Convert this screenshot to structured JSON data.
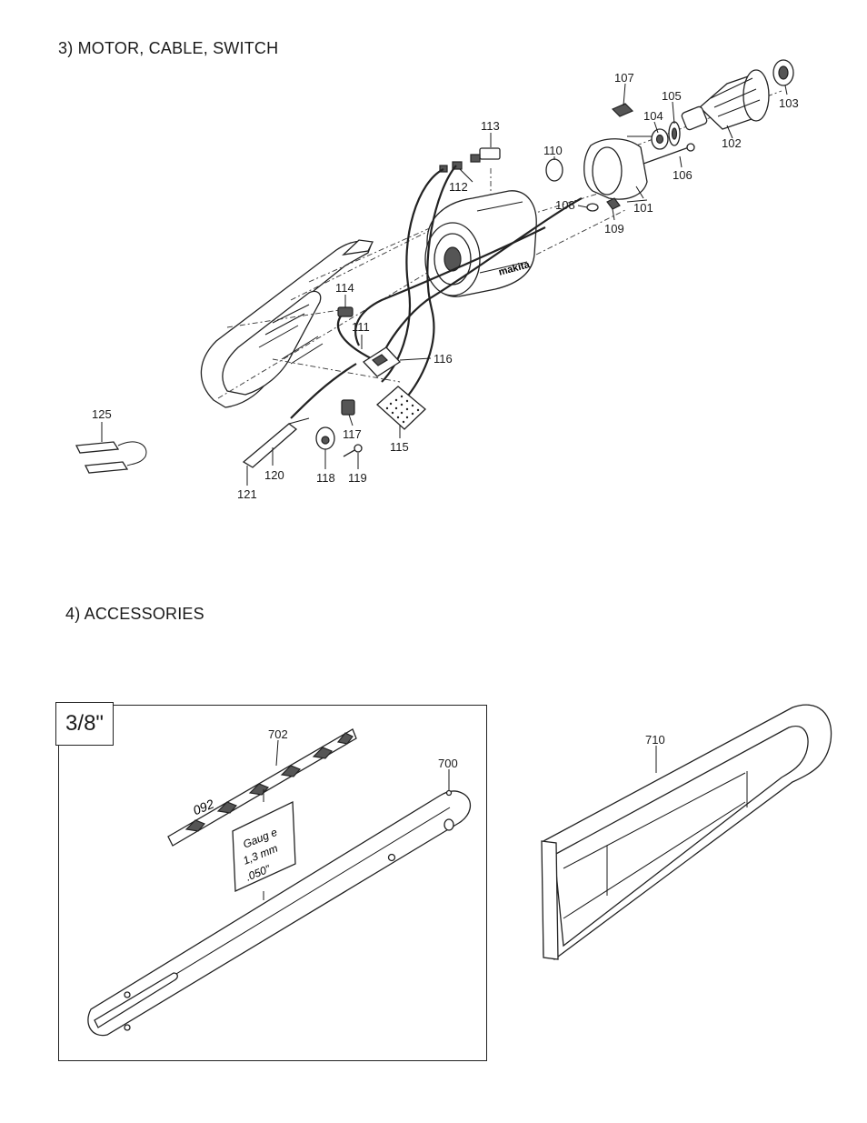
{
  "section_motor": {
    "title": "3)  MOTOR, CABLE, SWITCH"
  },
  "section_accessories": {
    "title": "4)  ACCESSORIES",
    "size_tag": "3/8\""
  },
  "chain_label": {
    "code": "092",
    "gauge_line1": "Gaug e",
    "gauge_line2": "1,3 mm",
    "gauge_line3": ".050\""
  },
  "brand_mark": "makita",
  "parts_motor": [
    "101",
    "102",
    "103",
    "104",
    "105",
    "106",
    "107",
    "108",
    "109",
    "110",
    "111",
    "112",
    "113",
    "114",
    "115",
    "116",
    "117",
    "118",
    "119",
    "120",
    "121",
    "125"
  ],
  "parts_accessories": [
    "700",
    "702",
    "710"
  ]
}
